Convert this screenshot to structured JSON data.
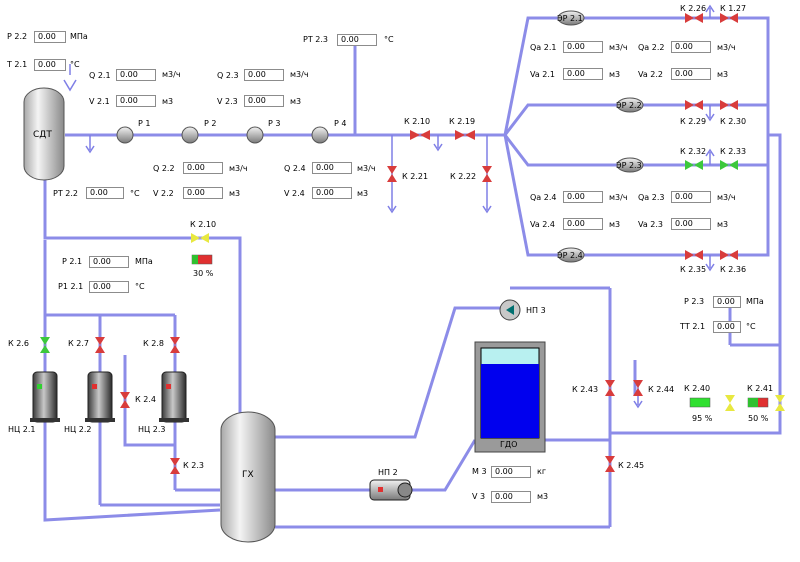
{
  "sdt": {
    "tag": "СДТ"
  },
  "gx": {
    "tag": "ГХ"
  },
  "gdo": {
    "tag": "ГДО"
  },
  "pumps": {
    "np1": "НЦ 2.1",
    "np2": "НЦ 2.2",
    "np3": "НЦ 2.3",
    "np4": "НП 2",
    "np5": "НП 3"
  },
  "regulators": {
    "p1": "Р 1",
    "p2": "Р 2",
    "p3": "Р 3",
    "p4": "Р 4",
    "er1": "ЭР 2.1",
    "er2": "ЭР 2.2",
    "er3": "ЭР 2.3",
    "er4": "ЭР 2.4"
  },
  "valves": {
    "k210t": "К 2.10",
    "k26": "К 2.6",
    "k27": "К 2.7",
    "k28": "К 2.8",
    "k24": "К 2.4",
    "k23": "К 2.3",
    "k21": "К 2.10",
    "k219": "К 2.19",
    "k221": "К 2.21",
    "k222": "К 2.22",
    "k226": "К 2.26",
    "k227": "К 1.27",
    "k229": "К 2.29",
    "k230": "К 2.30",
    "k232": "К 2.32",
    "k233": "К 2.33",
    "k235": "К 2.35",
    "k236": "К 2.36",
    "k243": "К 2.43",
    "k244": "К 2.44",
    "k245": "К 2.45",
    "k240": "К 2.40",
    "k241": "К 2.41"
  },
  "positions": {
    "k210": "30 %",
    "k240": "95 %",
    "k241": "50 %"
  },
  "labels": {
    "p22": "Р 2.2",
    "mpa": "МПа",
    "t21": "Т 2.1",
    "degc": "°С",
    "q21": "Q 2.1",
    "v21": "V 2.1",
    "q23": "Q 2.3",
    "v23": "V 2.3",
    "q22": "Q 2.2",
    "v22": "V 2.2",
    "q24": "Q 2.4",
    "v24": "V 2.4",
    "m3h": "м3/ч",
    "m3": "м3",
    "pt23": "РТ 2.3",
    "pt22": "РТ 2.2",
    "qa21": "Qa 2.1",
    "va21": "Va 2.1",
    "qa22": "Qa 2.2",
    "va22": "Va 2.2",
    "qa24": "Qa 2.4",
    "va24": "Va 2.4",
    "qa23": "Qa 2.3",
    "va23": "Va 2.3",
    "p21": "Р 2.1",
    "pt21": "Р1 2.1",
    "p23": "Р 2.3",
    "tt21": "ТТ 2.1",
    "m3lbl": "М 3",
    "v3lbl": "V 3",
    "kg": "кг"
  },
  "values": {
    "p22": "0.00",
    "t21": "0.00",
    "q21": "0.00",
    "v21": "0.00",
    "q23": "0.00",
    "v23": "0.00",
    "q22": "0.00",
    "v22": "0.00",
    "q24": "0.00",
    "v24": "0.00",
    "pt23": "0.00",
    "pt22": "0.00",
    "qa21": "0.00",
    "va21": "0.00",
    "qa22": "0.00",
    "va22": "0.00",
    "qa24": "0.00",
    "va24": "0.00",
    "qa23": "0.00",
    "va23": "0.00",
    "p21": "0.00",
    "pt21": "0.00",
    "p23": "0.00",
    "tt21": "0.00",
    "m3": "0.00",
    "v3": "0.00"
  },
  "colors": {
    "pipe": "#8c8ce8",
    "valve_closed": "#d83c3c",
    "valve_open": "#3cc83c",
    "valve_partial": "#e8e840",
    "tank_water": "#0000ee",
    "tank_top": "#b8f0f0"
  },
  "gdo_level": 0.82
}
